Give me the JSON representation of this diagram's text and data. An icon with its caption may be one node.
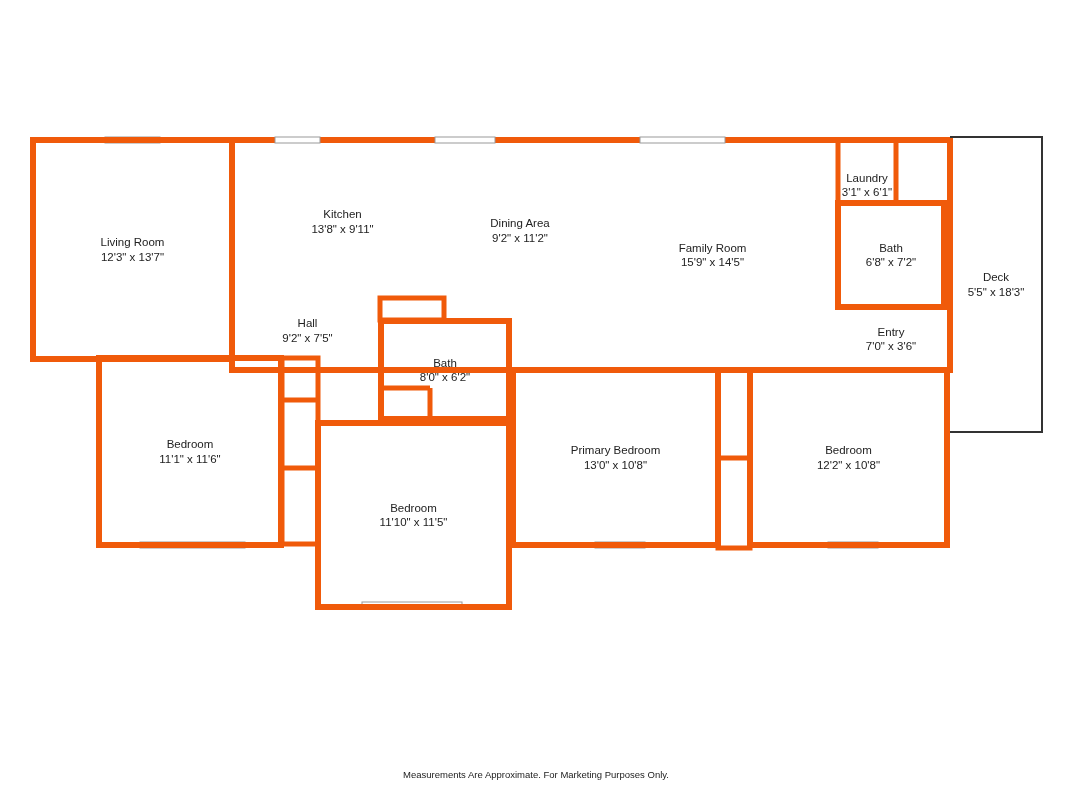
{
  "diagram": {
    "caption": "Measurements Are Approximate. For Marketing Purposes Only.",
    "nodes": [
      {
        "text": [
          "Living Room",
          "12'3\" x 13'7\""
        ]
      },
      {
        "text": [
          "Kitchen",
          "13'8\" x 9'11\""
        ]
      },
      {
        "text": [
          "Dining Area",
          "9'2\" x 11'2\""
        ]
      },
      {
        "text": [
          "Family Room",
          "15'9\" x 14'5\""
        ]
      },
      {
        "text": [
          "Laundry",
          "3'1\" x 6'1\""
        ]
      },
      {
        "text": [
          "Bath",
          "6'8\" x 7'2\""
        ]
      },
      {
        "text": [
          "Deck",
          "5'5\" x 18'3\""
        ]
      },
      {
        "text": [
          "Hall",
          "9'2\" x 7'5\""
        ]
      },
      {
        "text": [
          "Bath",
          "8'0\" x 6'2\""
        ]
      },
      {
        "text": [
          "Entry",
          "7'0\" x 3'6\""
        ]
      },
      {
        "text": [
          "Bedroom",
          "11'1\" x 11'6\""
        ]
      },
      {
        "text": [
          "Primary Bedroom",
          "13'0\" x 10'8\""
        ]
      },
      {
        "text": [
          "Bedroom",
          "12'2\" x 10'8\""
        ]
      },
      {
        "text": [
          "Bedroom",
          "11'10\" x 11'5\""
        ]
      }
    ],
    "edges": []
  }
}
